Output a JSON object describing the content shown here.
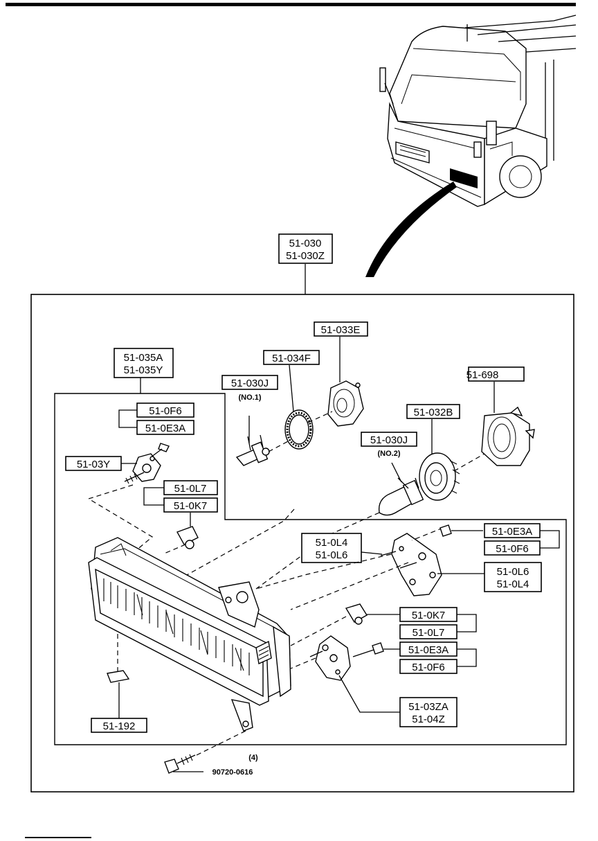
{
  "labels": {
    "assembly_1": "51-030",
    "assembly_2": "51-030Z",
    "reflector_top": "51-033E",
    "ring": "51-034F",
    "bulb_no1": "51-030J",
    "bulb_no1_note": "(NO.1)",
    "cover": "51-698",
    "socket": "51-032B",
    "bulb_no2": "51-030J",
    "bulb_no2_note": "(NO.2)",
    "adjuster_1": "51-035A",
    "adjuster_2": "51-035Y",
    "screw_f6_top": "51-0F6",
    "screw_e3a_top": "51-0E3A",
    "bracket_left": "51-03Y",
    "nut_l7_top": "51-0L7",
    "nut_k7_top": "51-0K7",
    "plate_l4_1": "51-0L4",
    "plate_l4_2": "51-0L6",
    "screw_e3a_right": "51-0E3A",
    "screw_f6_right": "51-0F6",
    "plate_l6_right": "51-0L6",
    "plate_l4_right": "51-0L4",
    "nut_k7_right": "51-0K7",
    "nut_l7_right": "51-0L7",
    "screw_e3a_low": "51-0E3A",
    "screw_f6_low": "51-0F6",
    "bracket_low_1": "51-03ZA",
    "bracket_low_2": "51-04Z",
    "clip": "51-192",
    "bolt_qty": "(4)",
    "bolt": "90720-0616"
  }
}
